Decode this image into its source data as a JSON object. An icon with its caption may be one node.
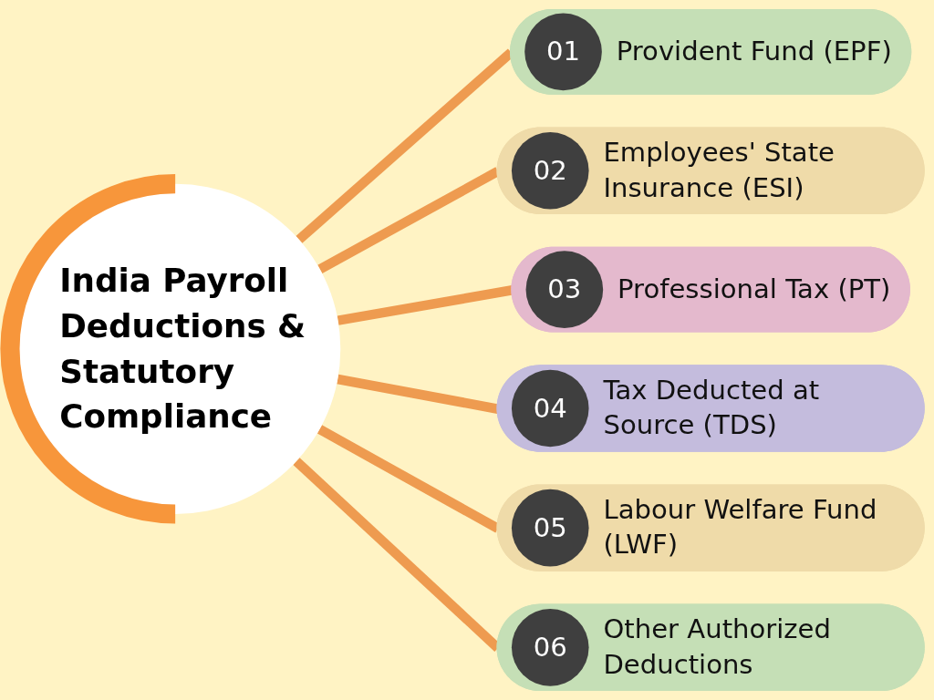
{
  "diagram": {
    "nodes": [
      {
        "text": [
          "India Payroll Deductions & Statutory Compliance"
        ]
      },
      {
        "text": [
          "01",
          "Provident Fund (EPF)"
        ]
      },
      {
        "text": [
          "02",
          "Employees' State Insurance (ESI)"
        ]
      },
      {
        "text": [
          "03",
          "Professional Tax (PT)"
        ]
      },
      {
        "text": [
          "04",
          "Tax Deducted at Source (TDS)"
        ]
      },
      {
        "text": [
          "05",
          "Labour Welfare Fund (LWF)"
        ]
      },
      {
        "text": [
          "06",
          "Other Authorized Deductions"
        ]
      }
    ],
    "edges": [
      {
        "from": 0,
        "to": 1,
        "arrow": "none"
      },
      {
        "from": 0,
        "to": 2,
        "arrow": "none"
      },
      {
        "from": 0,
        "to": 3,
        "arrow": "none"
      },
      {
        "from": 0,
        "to": 4,
        "arrow": "none"
      },
      {
        "from": 0,
        "to": 5,
        "arrow": "none"
      },
      {
        "from": 0,
        "to": 6,
        "arrow": "none"
      }
    ]
  }
}
